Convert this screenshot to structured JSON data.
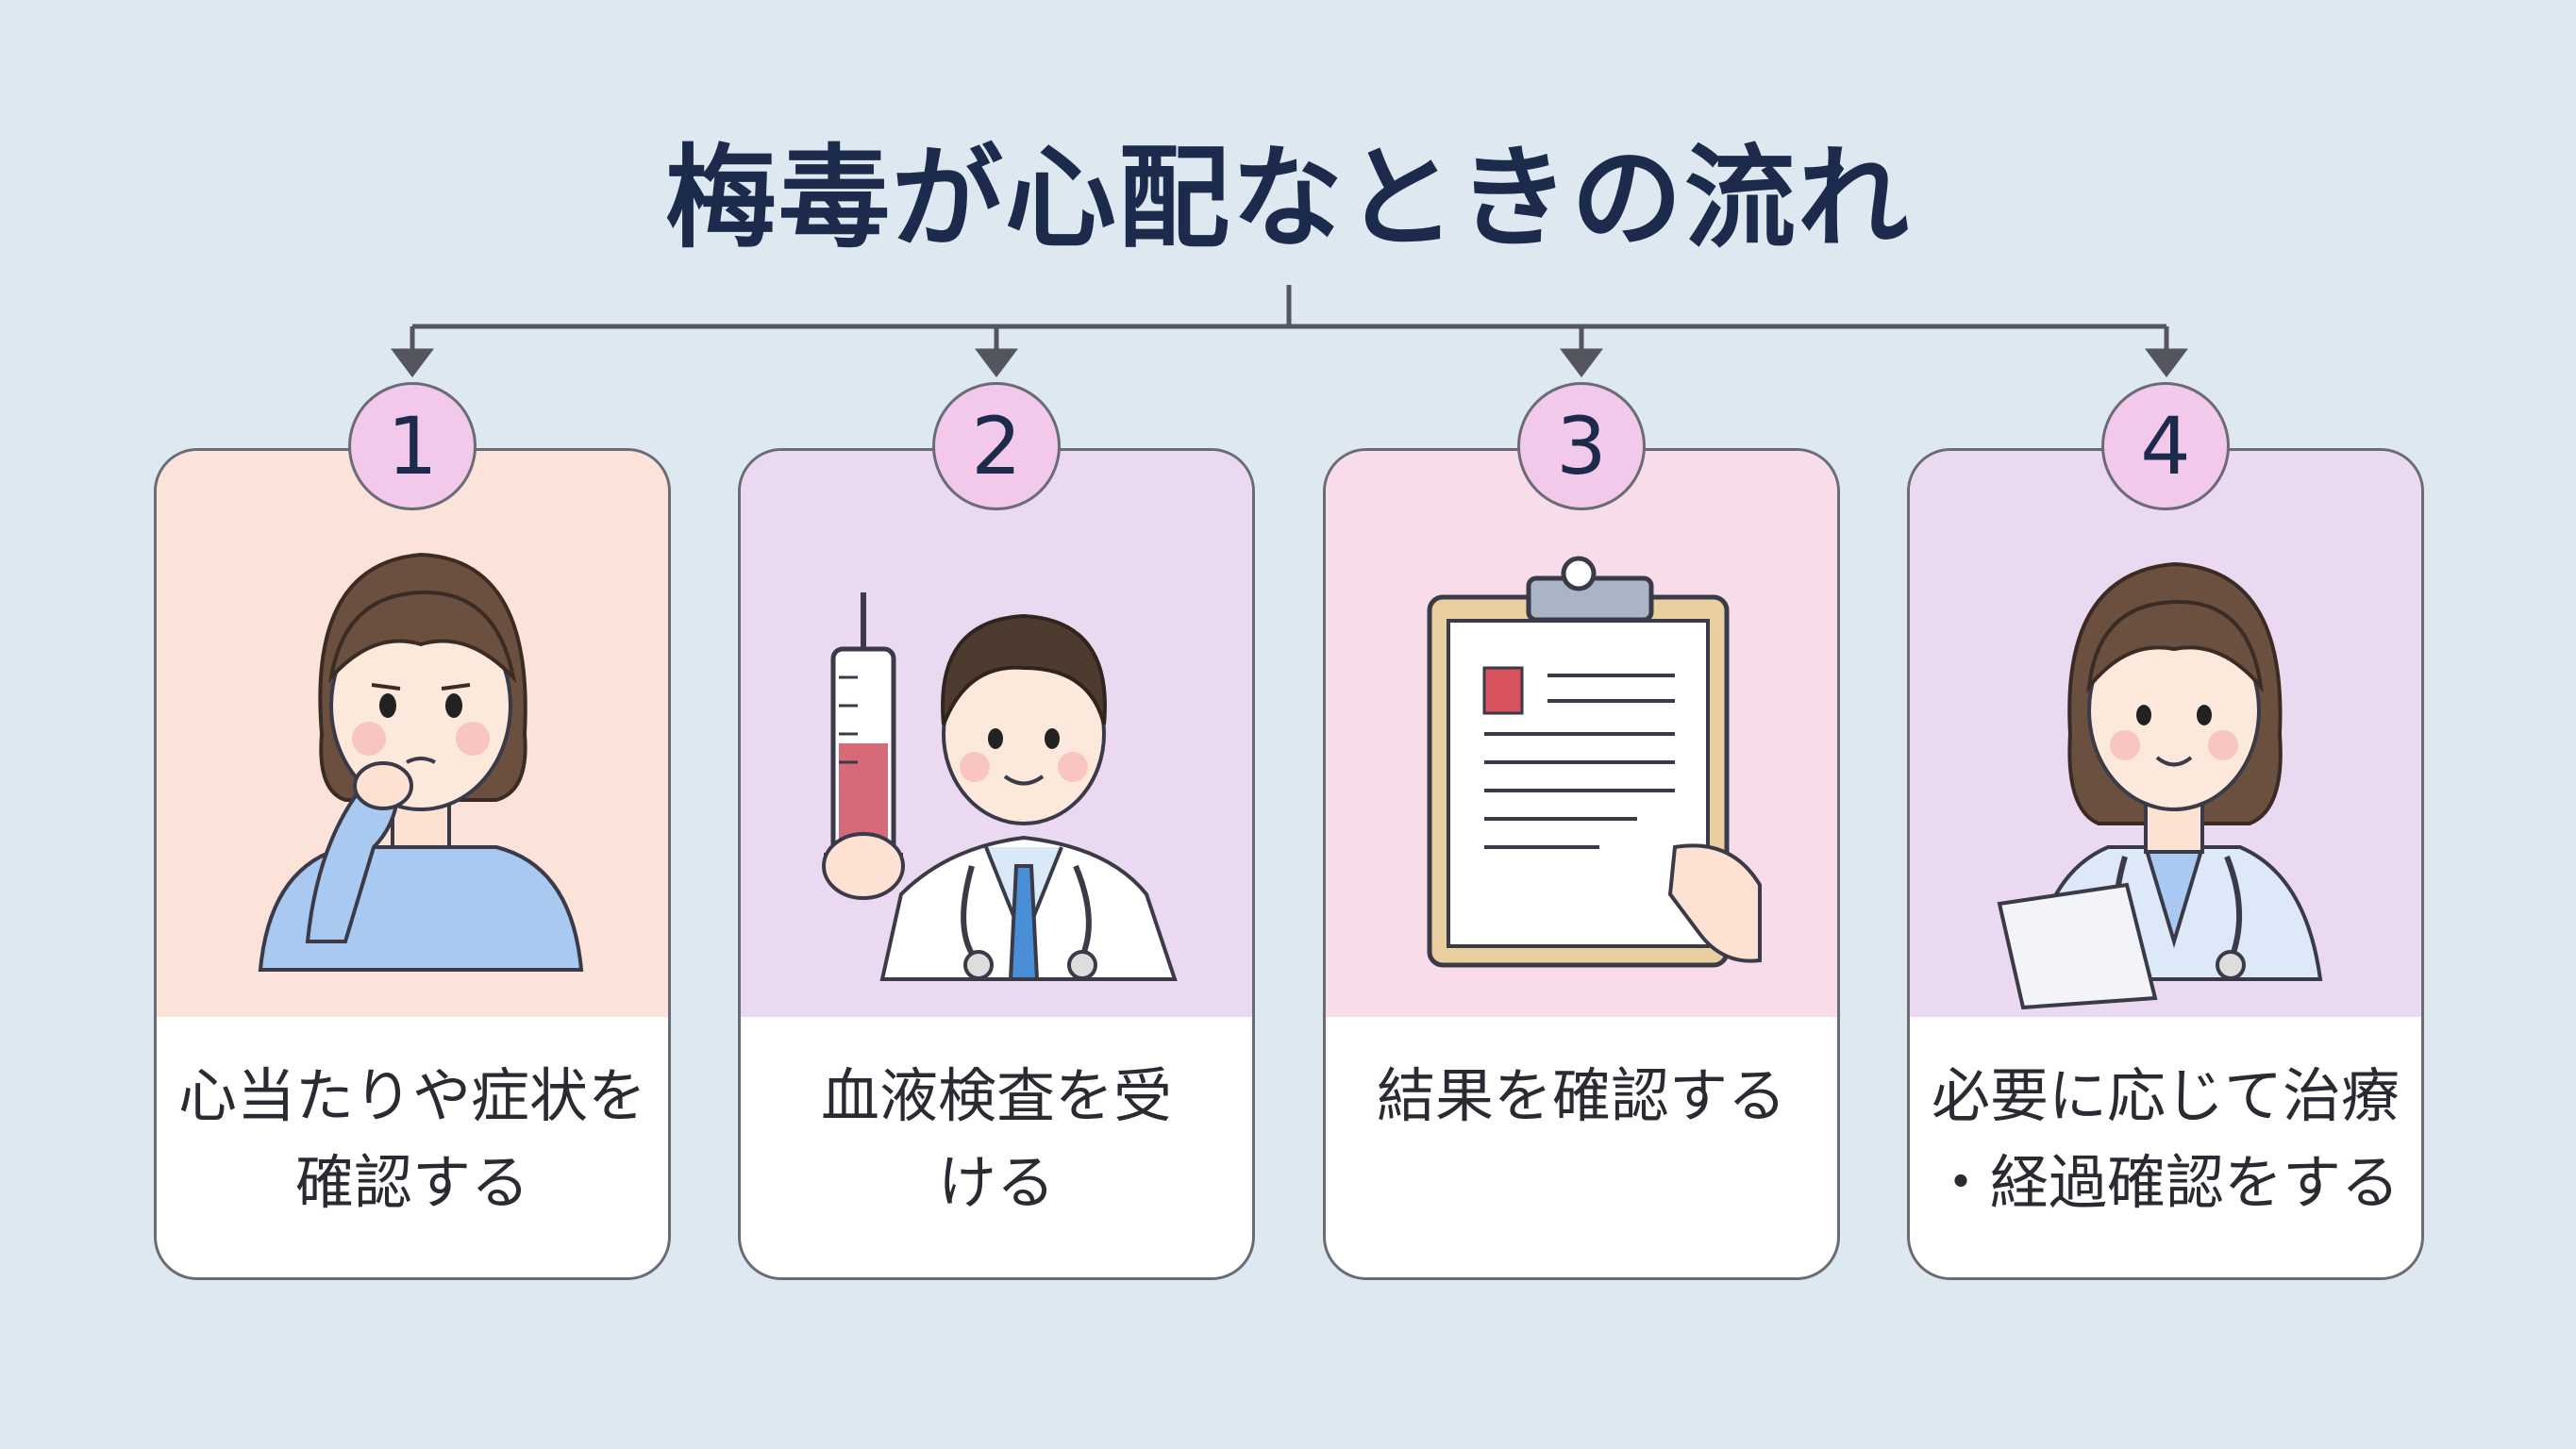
{
  "title": "梅毒が心配なときの流れ",
  "steps": [
    {
      "number": "1",
      "label_line1": "心当たりや症状を",
      "label_line2": "確認する"
    },
    {
      "number": "2",
      "label_line1": "血液検査を受",
      "label_line2": "ける"
    },
    {
      "number": "3",
      "label_line1": "結果を確認する",
      "label_line2": ""
    },
    {
      "number": "4",
      "label_line1": "必要に応じて治療",
      "label_line2": "・経過確認をする"
    }
  ],
  "colors": {
    "background": "#dde8f1",
    "title": "#1c2b4c",
    "badge": "#f2c9ea",
    "card1": "#fbe3da",
    "card2": "#ead9f1",
    "card3": "#f8dcea",
    "card4": "#ebd8f1"
  },
  "icons": [
    "worried-woman-icon",
    "doctor-syringe-icon",
    "clipboard-result-icon",
    "female-doctor-icon"
  ]
}
